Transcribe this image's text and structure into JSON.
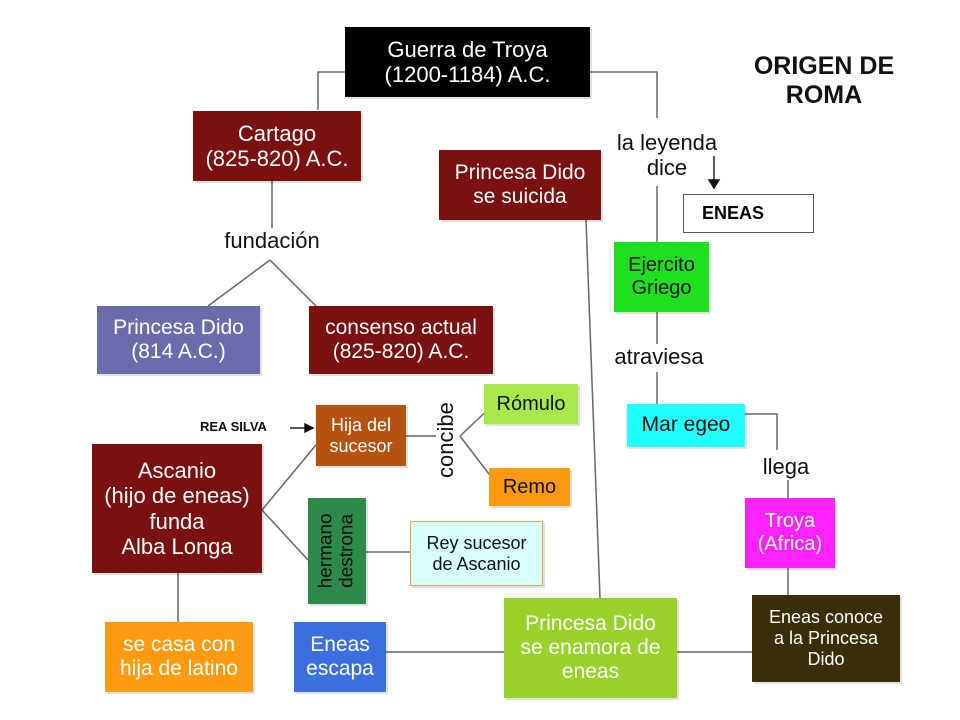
{
  "title": {
    "line1": "ORIGEN DE",
    "line2": "ROMA"
  },
  "nodes": {
    "guerra": {
      "line1": "Guerra de  Troya",
      "line2": "(1200-1184) A.C."
    },
    "cartago": {
      "line1": "Cartago",
      "line2": "(825-820) A.C."
    },
    "dido_suicida": {
      "line1": "Princesa Dido",
      "line2": "se suicida"
    },
    "princesa_814": {
      "line1": "Princesa Dido",
      "line2": "(814 A.C.)"
    },
    "consenso": {
      "line1": "consenso actual",
      "line2": "(825-820) A.C."
    },
    "eneas": {
      "text": "ENEAS"
    },
    "ejercito": {
      "line1": "Ejercito",
      "line2": "Griego"
    },
    "mar": {
      "text": "Mar egeo"
    },
    "troya": {
      "line1": "Troya",
      "line2": "(Africa)"
    },
    "eneas_conoce": {
      "line1": "Eneas conoce",
      "line2": "a la Princesa",
      "line3": "Dido"
    },
    "dido_enamora": {
      "line1": "Princesa Dido",
      "line2": "se enamora de",
      "line3": "eneas"
    },
    "eneas_escapa": {
      "line1": "Eneas",
      "line2": "escapa"
    },
    "casa": {
      "line1": "se casa con",
      "line2": "hija de latino"
    },
    "ascanio": {
      "line1": "Ascanio",
      "line2": "(hijo de eneas)",
      "line3": "funda",
      "line4": "Alba Longa"
    },
    "hija": {
      "line1": "Hija del",
      "line2": "sucesor"
    },
    "romulo": {
      "text": "Rómulo"
    },
    "remo": {
      "text": "Remo"
    },
    "rey": {
      "line1": "Rey sucesor",
      "line2": "de Ascanio"
    },
    "hermano": {
      "line1": "hermano",
      "line2": "destrona"
    }
  },
  "labels": {
    "fundacion": "fundación",
    "leyenda": {
      "line1": "la leyenda",
      "line2": "dice"
    },
    "atraviesa": "atraviesa",
    "llega": "llega",
    "concibe": "concibe",
    "rea_silva": "REA SILVA"
  },
  "colors": {
    "black": "#000000",
    "maroon": "#7a1010",
    "slate_blue": "#6b6bab",
    "green": "#1fe01f",
    "cyan": "#22ffff",
    "magenta": "#ff22ff",
    "olive_dark": "#3a2e08",
    "lime": "#99d12b",
    "blue": "#3b6fe0",
    "orange": "#ff9a11",
    "brown_orange": "#b5520f",
    "yellow_green": "#a7e94b",
    "forest_green": "#2e8a4a",
    "light_cyan": "#d7feff"
  }
}
